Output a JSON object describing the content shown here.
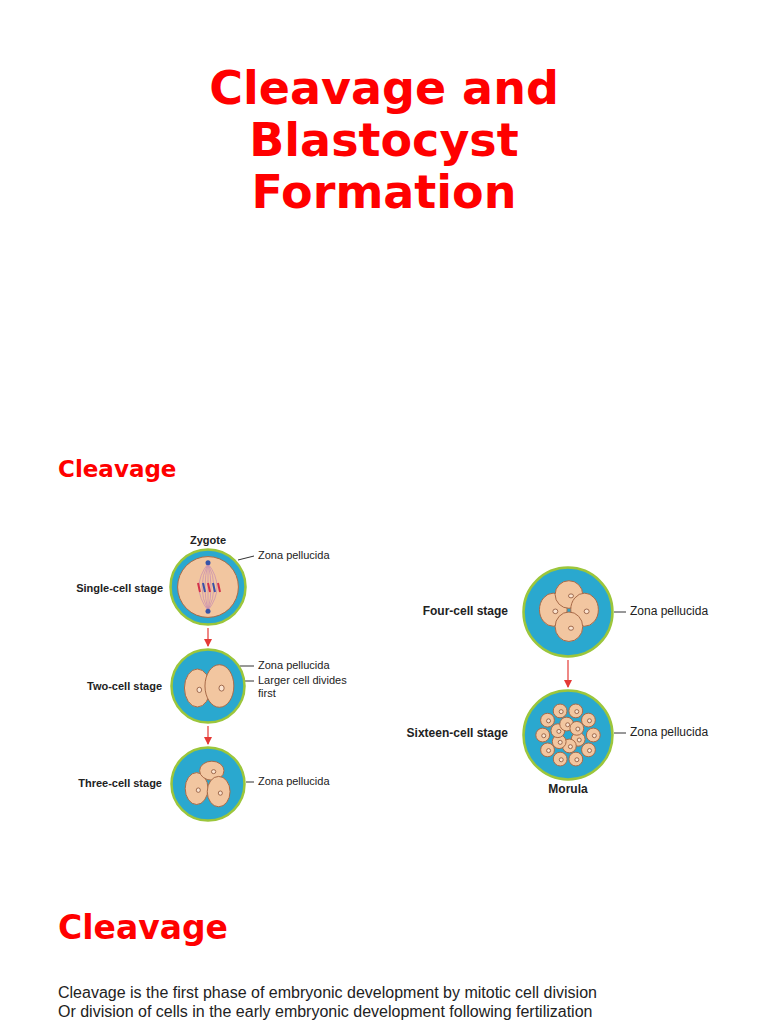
{
  "diagram": {
    "title": "Cleavage and Blastocyst Formation",
    "nodes": [
      {
        "text": [
          "Zygote",
          "Single-cell stage",
          "Zona pellucida"
        ]
      },
      {
        "text": [
          "Two-cell stage",
          "Zona pellucida",
          "Larger cell divides first"
        ]
      },
      {
        "text": [
          "Three-cell stage",
          "Zona pellucida"
        ]
      },
      {
        "text": [
          "Four-cell stage",
          "Zona pellucida"
        ]
      },
      {
        "text": [
          "Sixteen-cell stage",
          "Zona pellucida",
          "Morula"
        ]
      }
    ],
    "edges": [
      {
        "from": 0,
        "to": 1,
        "arrow": "to"
      },
      {
        "from": 1,
        "to": 2,
        "arrow": "to"
      },
      {
        "from": 3,
        "to": 4,
        "arrow": "to"
      }
    ],
    "labels": [
      "Cleavage",
      "Cleavage",
      "Cleavage is the first phase of embryonic development by mitotic cell division",
      "Or division of cells in the early embryonic development following fertilization"
    ]
  }
}
